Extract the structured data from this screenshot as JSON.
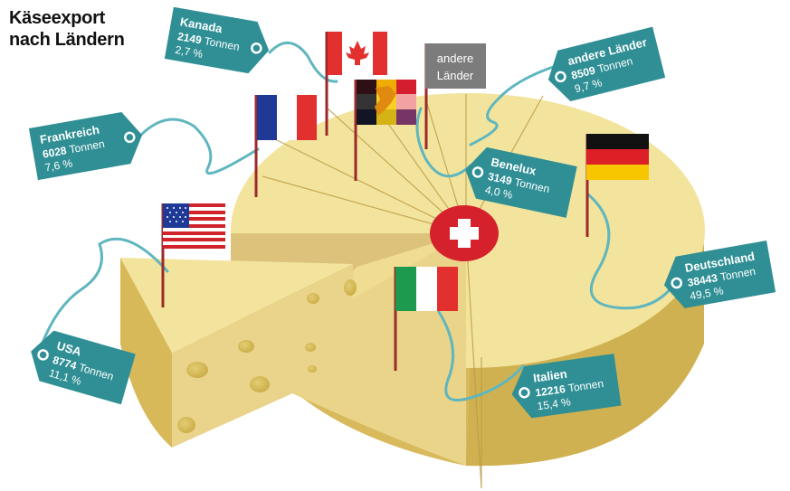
{
  "title": {
    "line1": "Käseexport",
    "line2": "nach Ländern"
  },
  "colors": {
    "tag": "#2f8f95",
    "string": "#5fb6be",
    "cheese_top": "#f3e49c",
    "cheese_side": "#d7b95a",
    "cheese_dark": "#b59533",
    "swiss_red": "#d4212c"
  },
  "tags": [
    {
      "country": "Kanada",
      "tonnes_value": "2149",
      "tonnes_unit": "Tonnen",
      "percent": "2,7 %"
    },
    {
      "country": "Frankreich",
      "tonnes_value": "6028",
      "tonnes_unit": "Tonnen",
      "percent": "7,6 %"
    },
    {
      "country": "andere Länder",
      "tonnes_value": "8509",
      "tonnes_unit": "Tonnen",
      "percent": "9,7 %"
    },
    {
      "country": "Benelux",
      "tonnes_value": "3149",
      "tonnes_unit": "Tonnen",
      "percent": "4,0 %"
    },
    {
      "country": "Deutschland",
      "tonnes_value": "38443",
      "tonnes_unit": "Tonnen",
      "percent": "49,5 %"
    },
    {
      "country": "Italien",
      "tonnes_value": "12216",
      "tonnes_unit": "Tonnen",
      "percent": "15,4 %"
    },
    {
      "country": "USA",
      "tonnes_value": "8774",
      "tonnes_unit": "Tonnen",
      "percent": "11,1 %"
    }
  ],
  "other_sign": {
    "line1": "andere",
    "line2": "Länder"
  },
  "flags": [
    "canada-flag",
    "france-flag",
    "benelux-flag",
    "germany-flag",
    "italy-flag",
    "usa-flag",
    "switzerland-flag"
  ]
}
